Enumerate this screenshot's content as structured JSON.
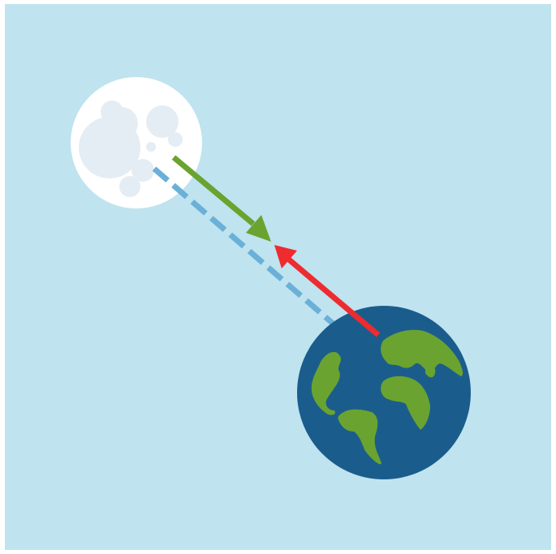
{
  "colors": {
    "frame": "#ffffff",
    "sky": "#bfe3ef",
    "moon_surface": "#ffffff",
    "moon_craters": "#e4edf3",
    "earth_ocean": "#1a5d8c",
    "earth_land": "#6aa32f",
    "line_of_centers": "#6ab0d8",
    "moon_pull_arrow": "#6aa32f",
    "earth_pull_arrow": "#ee2b2f"
  },
  "elements": {
    "moon": {
      "icon": "moon-icon"
    },
    "earth": {
      "icon": "earth-icon"
    },
    "center_line": {
      "style": "dashed"
    },
    "arrow_from_moon": {
      "icon": "arrow-icon",
      "color_key": "moon_pull_arrow"
    },
    "arrow_from_earth": {
      "icon": "arrow-icon",
      "color_key": "earth_pull_arrow"
    }
  }
}
